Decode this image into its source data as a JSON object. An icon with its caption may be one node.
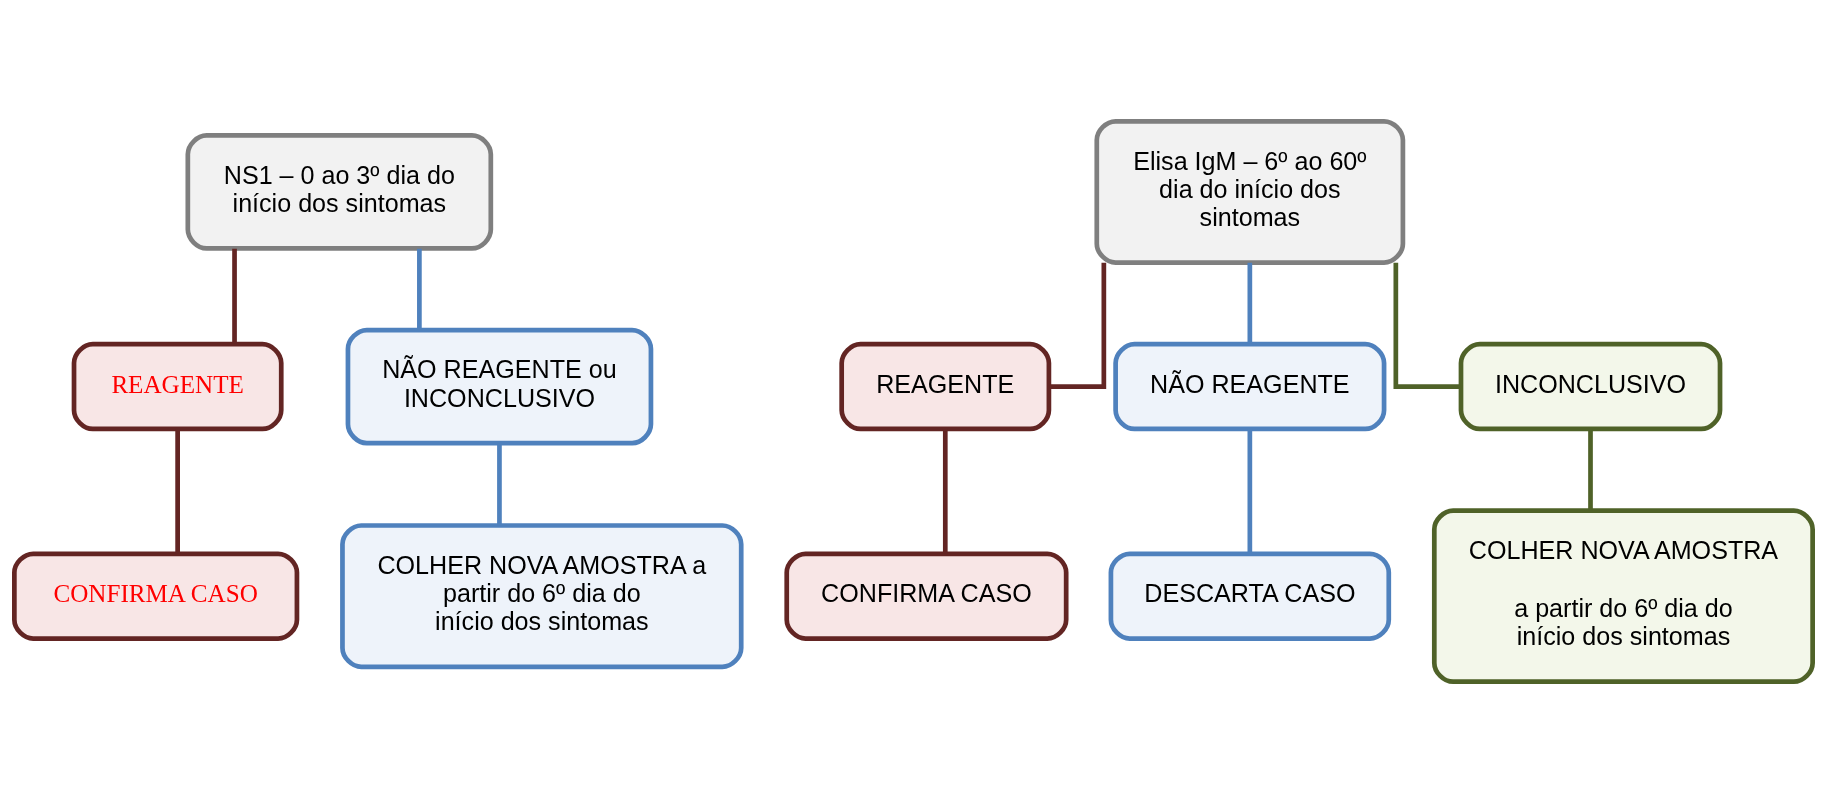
{
  "diagram": {
    "nodes": [
      {
        "text": [
          "NS1 – 0 ao 3º dia do início dos sintomas"
        ]
      },
      {
        "text": [
          "REAGENTE"
        ]
      },
      {
        "text": [
          "NÃO REAGENTE ou INCONCLUSIVO"
        ]
      },
      {
        "text": [
          "CONFIRMA CASO"
        ]
      },
      {
        "text": [
          "COLHER NOVA AMOSTRA a partir do 6º dia do início dos sintomas"
        ]
      },
      {
        "text": [
          "Elisa IgM – 6º ao 60º dia do início dos sintomas"
        ]
      },
      {
        "text": [
          "REAGENTE"
        ]
      },
      {
        "text": [
          "NÃO REAGENTE"
        ]
      },
      {
        "text": [
          "INCONCLUSIVO"
        ]
      },
      {
        "text": [
          "CONFIRMA CASO"
        ]
      },
      {
        "text": [
          "DESCARTA CASO"
        ]
      },
      {
        "text": [
          "COLHER NOVA AMOSTRA",
          "a partir do 6º dia do início dos sintomas"
        ]
      }
    ],
    "edges": [
      {
        "from": 0,
        "to": 1,
        "arrow": "none",
        "color": "#632523"
      },
      {
        "from": 0,
        "to": 2,
        "arrow": "none",
        "color": "#4f81bd"
      },
      {
        "from": 1,
        "to": 3,
        "arrow": "none",
        "color": "#632523"
      },
      {
        "from": 2,
        "to": 4,
        "arrow": "none",
        "color": "#4f81bd"
      },
      {
        "from": 5,
        "to": 6,
        "arrow": "none",
        "color": "#632523"
      },
      {
        "from": 5,
        "to": 7,
        "arrow": "none",
        "color": "#4f81bd"
      },
      {
        "from": 5,
        "to": 8,
        "arrow": "none",
        "color": "#4f6228"
      },
      {
        "from": 6,
        "to": 9,
        "arrow": "none",
        "color": "#632523"
      },
      {
        "from": 7,
        "to": 10,
        "arrow": "none",
        "color": "#4f81bd"
      },
      {
        "from": 8,
        "to": 11,
        "arrow": "none",
        "color": "#4f6228"
      }
    ]
  }
}
